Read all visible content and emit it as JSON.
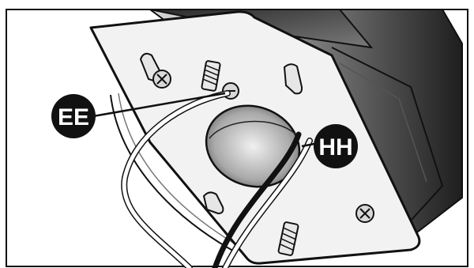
{
  "figure": {
    "callouts": [
      {
        "id": "ee",
        "label": "EE"
      },
      {
        "id": "hh",
        "label": "HH"
      }
    ],
    "colors": {
      "outline": "#111111",
      "plate": "#f2f2f2",
      "housing_dark": "#1e1e1e",
      "housing_mid": "#8a8a8a",
      "housing_light": "#d9d9d9",
      "callout_fill": "#111111",
      "callout_text": "#ffffff",
      "wire_white": "#ffffff",
      "wire_black": "#111111"
    },
    "icons": [
      "mounting-plate",
      "screw",
      "keyhole-slot",
      "center-opening",
      "wire"
    ]
  }
}
